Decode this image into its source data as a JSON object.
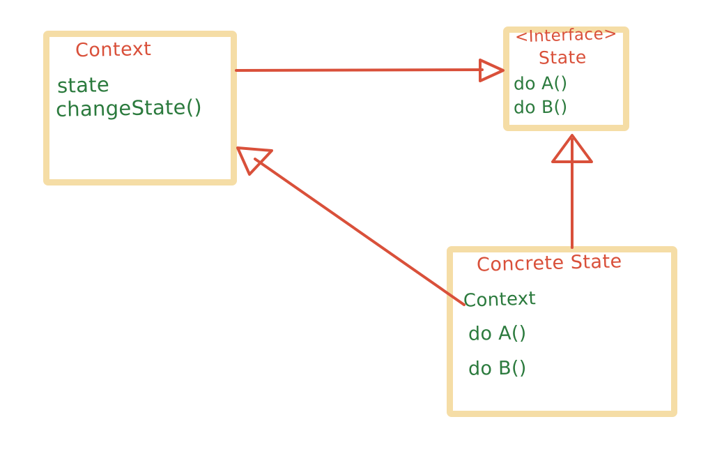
{
  "diagram": {
    "title": "State Design Pattern (hand-drawn UML class diagram)",
    "background_color": "#ffffff",
    "box_border_color": "#f5dda6",
    "title_text_color": "#d9503a",
    "member_text_color": "#2b7a3d",
    "connector_color": "#d9503a"
  },
  "classes": [
    {
      "id": "context",
      "title": "Context",
      "members": [
        "state",
        "changeState()"
      ]
    },
    {
      "id": "state",
      "stereotype": "<Interface>",
      "title": "State",
      "members": [
        "do A()",
        "do B()"
      ]
    },
    {
      "id": "concrete_state",
      "title": "Concrete State",
      "members": [
        "Context",
        "do A()",
        "do B()"
      ]
    }
  ],
  "connectors": [
    {
      "id": "context-to-state",
      "from": "context",
      "to": "state",
      "arrowhead": "hollow-triangle",
      "style": "solid",
      "orientation": "horizontal"
    },
    {
      "id": "concrete-to-state",
      "from": "concrete_state",
      "to": "state",
      "arrowhead": "hollow-triangle",
      "style": "solid",
      "orientation": "vertical",
      "relation": "inheritance"
    },
    {
      "id": "concrete-to-context",
      "from": "concrete_state",
      "to": "context",
      "arrowhead": "hollow-triangle",
      "style": "solid",
      "orientation": "diagonal"
    }
  ]
}
